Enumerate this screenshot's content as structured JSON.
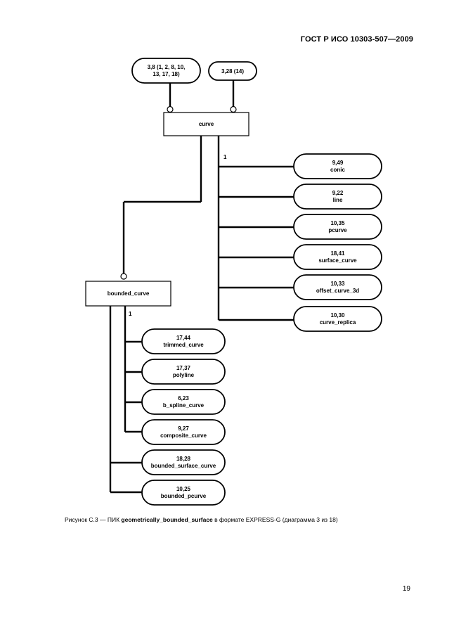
{
  "header": {
    "standard": "ГОСТ Р ИСО 10303-507—2009"
  },
  "diagram": {
    "refs_top": [
      {
        "line1": "3,8 (1, 2, 8, 10,",
        "line2": "13, 17, 18)"
      },
      {
        "line1": "3,28 (14)"
      }
    ],
    "entity_curve": "curve",
    "entity_bounded_curve": "bounded_curve",
    "cardinality_curve": "1",
    "cardinality_bounded": "1",
    "curve_subtypes": [
      {
        "page": "9,49",
        "name": "conic"
      },
      {
        "page": "9,22",
        "name": "line"
      },
      {
        "page": "10,35",
        "name": "pcurve"
      },
      {
        "page": "18,41",
        "name": "surface_curve"
      },
      {
        "page": "10,33",
        "name": "offset_curve_3d"
      },
      {
        "page": "10,30",
        "name": "curve_replica"
      }
    ],
    "bounded_subtypes": [
      {
        "page": "17,44",
        "name": "trimmed_curve"
      },
      {
        "page": "17,37",
        "name": "polyline"
      },
      {
        "page": "6,23",
        "name": "b_spline_curve"
      },
      {
        "page": "9,27",
        "name": "composite_curve"
      },
      {
        "page": "18,28",
        "name": "bounded_surface_curve"
      },
      {
        "page": "10,25",
        "name": "bounded_pcurve"
      }
    ]
  },
  "caption": {
    "prefix": "Рисунок С.3 — ПИК ",
    "bold": "geometrically_bounded_surface",
    "suffix": " в формате EXPRESS-G (диаграмма  3 из 18)"
  },
  "page_number": "19"
}
